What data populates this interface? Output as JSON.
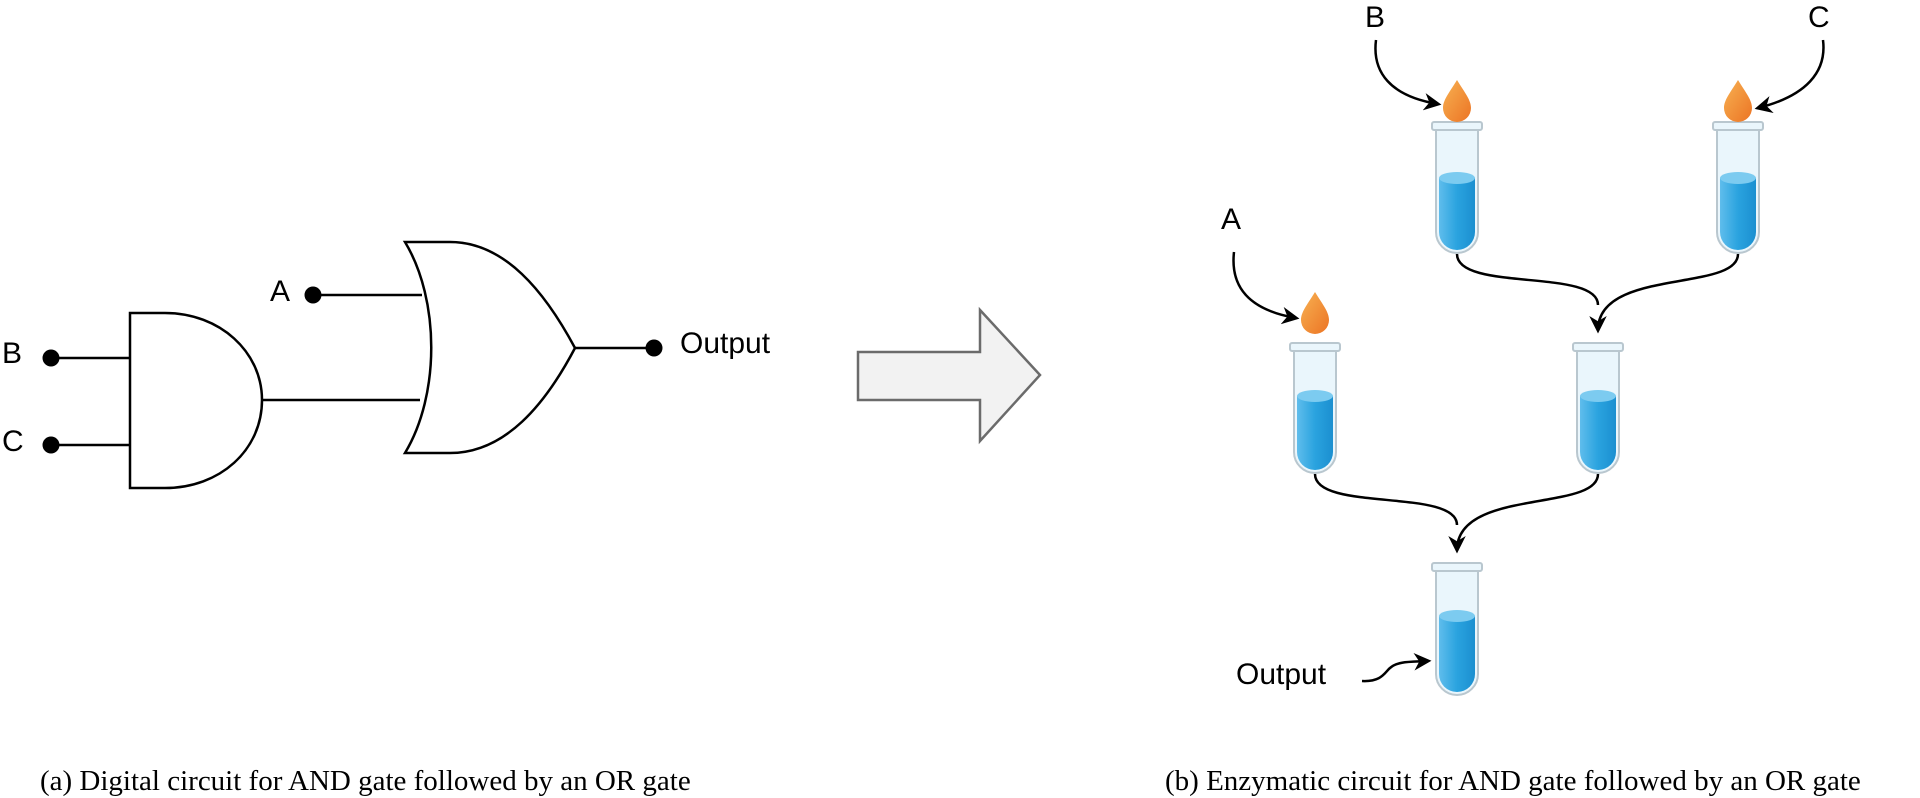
{
  "digital_circuit": {
    "input_a": "A",
    "input_b": "B",
    "input_c": "C",
    "output": "Output",
    "caption": "(a) Digital circuit for AND gate followed by an OR gate"
  },
  "enzymatic_circuit": {
    "input_a": "A",
    "input_b": "B",
    "input_c": "C",
    "output": "Output",
    "caption": "(b) Enzymatic circuit for AND gate followed by an OR gate"
  },
  "colors": {
    "liquid": "#2aa3df",
    "liquid_top": "#7ccbf0",
    "tube_glass": "#eaf6fc",
    "tube_outline": "#b9c7cf",
    "drop": "#f08a2c",
    "arrow_fill": "#f2f2f2",
    "arrow_stroke": "#6b6b6b"
  }
}
